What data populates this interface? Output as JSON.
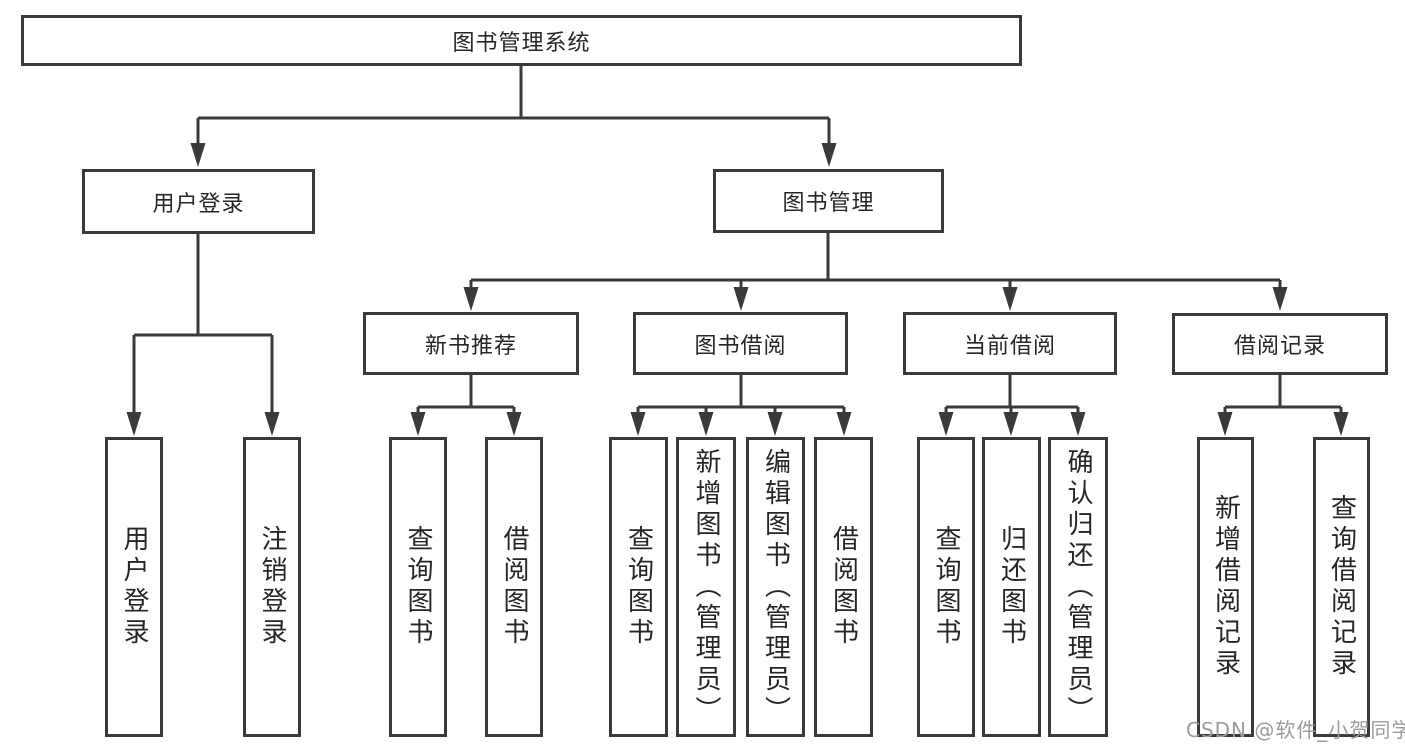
{
  "diagram_type": "hierarchy-tree",
  "colors": {
    "line": "#3a3a3a",
    "box_border": "#3a3a3a",
    "box_fill": "#ffffff",
    "text": "#262626",
    "watermark": "#9b9b9b",
    "background": "#ffffff"
  },
  "nodes": {
    "root": {
      "label": "图书管理系统"
    },
    "user_login": {
      "label": "用户登录"
    },
    "book_mgmt": {
      "label": "图书管理"
    },
    "new_book_rec": {
      "label": "新书推荐"
    },
    "book_borrow": {
      "label": "图书借阅"
    },
    "current_borrow": {
      "label": "当前借阅"
    },
    "borrow_records": {
      "label": "借阅记录"
    },
    "leaf_user_login": {
      "label": "用户登录"
    },
    "leaf_logout": {
      "label": "注销登录"
    },
    "leaf_nbr_query": {
      "label": "查询图书"
    },
    "leaf_nbr_borrow": {
      "label": "借阅图书"
    },
    "leaf_bb_query": {
      "label": "查询图书"
    },
    "leaf_bb_add": {
      "label": "新增图书（管理员）"
    },
    "leaf_bb_edit": {
      "label": "编辑图书（管理员）"
    },
    "leaf_bb_borrow": {
      "label": "借阅图书"
    },
    "leaf_cb_query": {
      "label": "查询图书"
    },
    "leaf_cb_return": {
      "label": "归还图书"
    },
    "leaf_cb_confirm": {
      "label": "确认归还（管理员）"
    },
    "leaf_br_add": {
      "label": "新增借阅记录"
    },
    "leaf_br_query": {
      "label": "查询借阅记录"
    }
  },
  "hierarchy": {
    "id": "root",
    "children": [
      {
        "id": "user_login",
        "children": [
          {
            "id": "leaf_user_login"
          },
          {
            "id": "leaf_logout"
          }
        ]
      },
      {
        "id": "book_mgmt",
        "children": [
          {
            "id": "new_book_rec",
            "children": [
              {
                "id": "leaf_nbr_query"
              },
              {
                "id": "leaf_nbr_borrow"
              }
            ]
          },
          {
            "id": "book_borrow",
            "children": [
              {
                "id": "leaf_bb_query"
              },
              {
                "id": "leaf_bb_add"
              },
              {
                "id": "leaf_bb_edit"
              },
              {
                "id": "leaf_bb_borrow"
              }
            ]
          },
          {
            "id": "current_borrow",
            "children": [
              {
                "id": "leaf_cb_query"
              },
              {
                "id": "leaf_cb_return"
              },
              {
                "id": "leaf_cb_confirm"
              }
            ]
          },
          {
            "id": "borrow_records",
            "children": [
              {
                "id": "leaf_br_add"
              },
              {
                "id": "leaf_br_query"
              }
            ]
          }
        ]
      }
    ]
  },
  "watermark": {
    "text": "CSDN @软件_小贺同学"
  }
}
